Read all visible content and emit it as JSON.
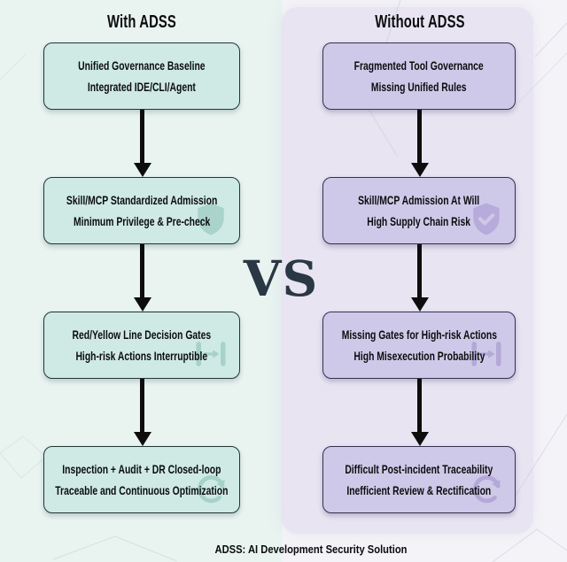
{
  "left_column": {
    "title": "With ADSS",
    "boxes": [
      {
        "line1": "Unified Governance Baseline",
        "line2": "Integrated IDE/CLI/Agent",
        "icon": ""
      },
      {
        "line1": "Skill/MCP Standardized Admission",
        "line2": "Minimum Privilege & Pre-check",
        "icon": "shield-icon"
      },
      {
        "line1": "Red/Yellow Line Decision Gates",
        "line2": "High-risk Actions Interruptible",
        "icon": "gate-icon"
      },
      {
        "line1": "Inspection + Audit + DR Closed-loop",
        "line2": "Traceable and Continuous Optimization",
        "icon": "loop-icon"
      }
    ]
  },
  "right_column": {
    "title": "Without ADSS",
    "boxes": [
      {
        "line1": "Fragmented Tool Governance",
        "line2": "Missing Unified Rules",
        "icon": ""
      },
      {
        "line1": "Skill/MCP Admission At Will",
        "line2": "High Supply Chain Risk",
        "icon": "shield-check-icon"
      },
      {
        "line1": "Missing Gates for High-risk Actions",
        "line2": "High Misexecution Probability",
        "icon": "gate-icon"
      },
      {
        "line1": "Difficult Post-incident Traceability",
        "line2": "Inefficient Review & Rectification",
        "icon": "loop-icon"
      }
    ]
  },
  "vs_label": "VS",
  "footer": {
    "caption": "ADSS: AI Development Security Solution"
  },
  "colors": {
    "left_background": "#e9f4f1",
    "right_panel_background": "#e8e4f2",
    "right_outer_background": "#f4f4f8",
    "left_box_fill": "#cfeae5",
    "left_box_border": "#213535",
    "right_box_fill": "#cfc9e9",
    "right_box_border": "#363050",
    "arrow_color": "#0d0d0d",
    "vs_color": "#2a3744",
    "text_color": "#0b0c0d",
    "left_watermark": "#a3d0c7",
    "right_watermark": "#b2a6d8"
  }
}
